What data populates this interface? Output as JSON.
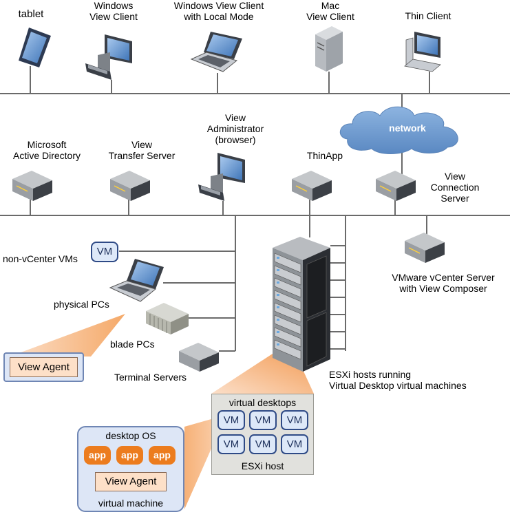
{
  "clients": {
    "tablet": "tablet",
    "windows_view_client": [
      "Windows",
      "View Client"
    ],
    "windows_local_mode": [
      "Windows View Client",
      "with Local Mode"
    ],
    "mac_view_client": [
      "Mac",
      "View Client"
    ],
    "thin_client": "Thin Client"
  },
  "servers": {
    "active_directory": [
      "Microsoft",
      "Active Directory"
    ],
    "transfer_server": [
      "View",
      "Transfer Server"
    ],
    "view_administrator": [
      "View",
      "Administrator",
      "(browser)"
    ],
    "thinapp": "ThinApp",
    "connection_server": [
      "View",
      "Connection",
      "Server"
    ],
    "network": "network"
  },
  "desktop_sources": {
    "non_vcenter_vms": "non-vCenter VMs",
    "vm_badge": "VM",
    "physical_pcs": "physical PCs",
    "blade_pcs": "blade PCs",
    "terminal_servers": "Terminal Servers",
    "vcenter": [
      "VMware vCenter Server",
      "with View Composer"
    ],
    "esxi_hosts": [
      "ESXi hosts running",
      "Virtual Desktop virtual machines"
    ]
  },
  "view_agent_callout": {
    "label": "View Agent"
  },
  "esxi_detail": {
    "title": "virtual desktops",
    "vm_label": "VM",
    "footer": "ESXi host"
  },
  "vm_detail": {
    "title": "desktop OS",
    "apps": [
      "app",
      "app",
      "app"
    ],
    "agent": "View Agent",
    "footer": "virtual machine"
  },
  "colors": {
    "line": "#6a6a6a",
    "cloud": "#6f9cd0",
    "orange": "#ec7c1e",
    "vm_border": "#2e4a86",
    "agent_fill": "#fde0c8"
  }
}
